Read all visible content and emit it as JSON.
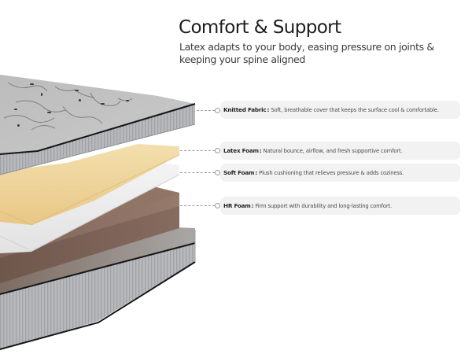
{
  "header": {
    "title": "Comfort & Support",
    "subtitle": "Latex adapts to your body, easing pressure on joints & keeping your spine aligned"
  },
  "layers": [
    {
      "label": "Knitted Fabric",
      "separator": ":",
      "description": "Soft, breathable cover that keeps the surface cool & comfortable.",
      "color": "#b9babc"
    },
    {
      "label": "Latex Foam",
      "separator": ":",
      "description": "Natural bounce, airflow, and fresh supportive comfort.",
      "color": "#efd49e"
    },
    {
      "label": "Soft Foam",
      "separator": ":",
      "description": "Plush cushioning that relieves pressure & adds coziness.",
      "color": "#ececec"
    },
    {
      "label": "HR Foam",
      "separator": ":",
      "description": "Firm support with durability and long-lasting comfort.",
      "color": "#8a6e62"
    }
  ],
  "colors": {
    "pill_background": "#f2f2f2",
    "connector": "#9e9e9e",
    "mattress_cover": "#b9babc",
    "piping": "#1a1a1a"
  }
}
